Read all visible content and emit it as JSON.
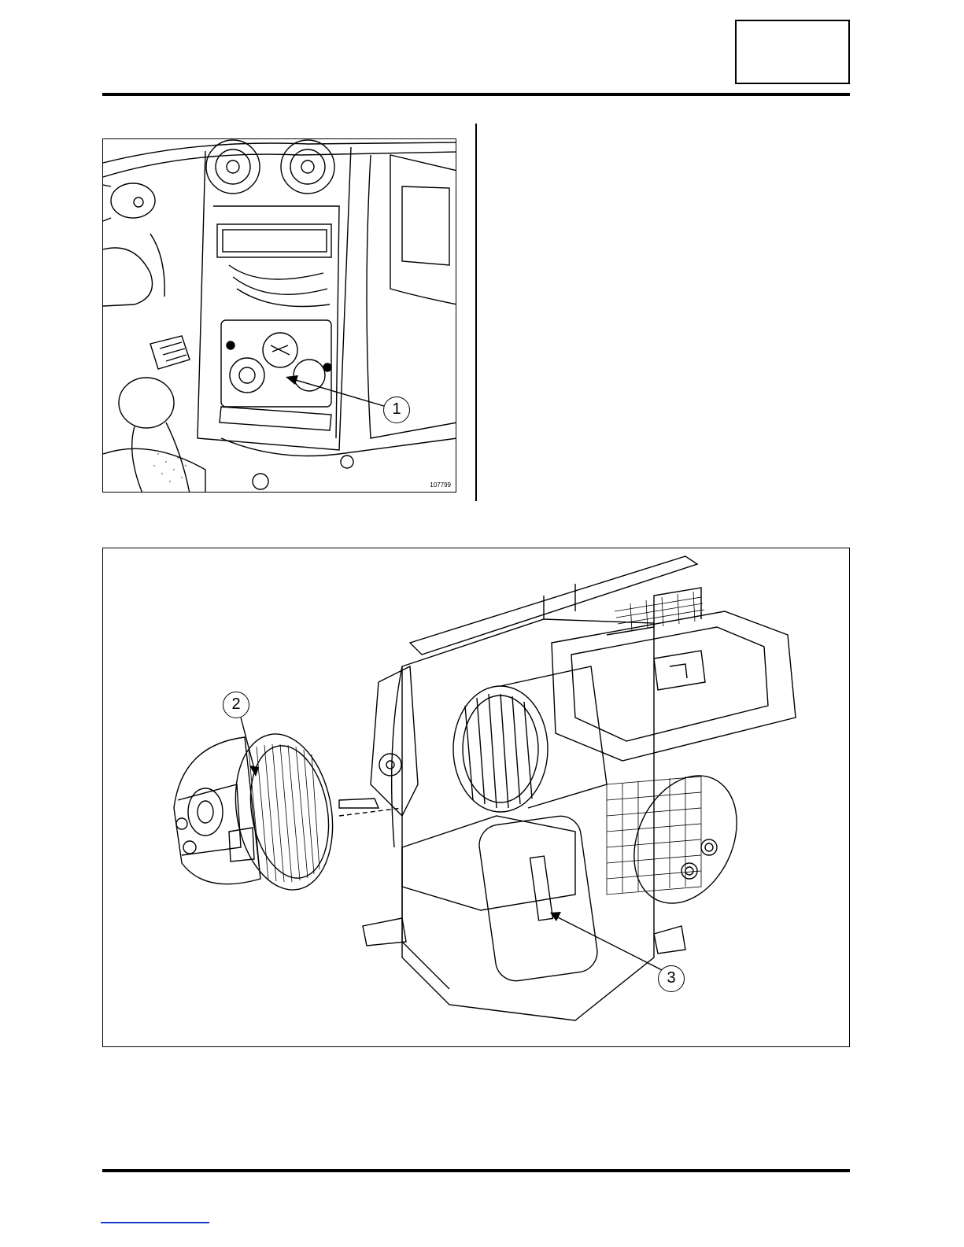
{
  "header": {
    "section_box": ""
  },
  "figure1": {
    "reference": "107799",
    "callouts": [
      "1"
    ]
  },
  "figure2": {
    "callouts": [
      "2",
      "3"
    ]
  }
}
